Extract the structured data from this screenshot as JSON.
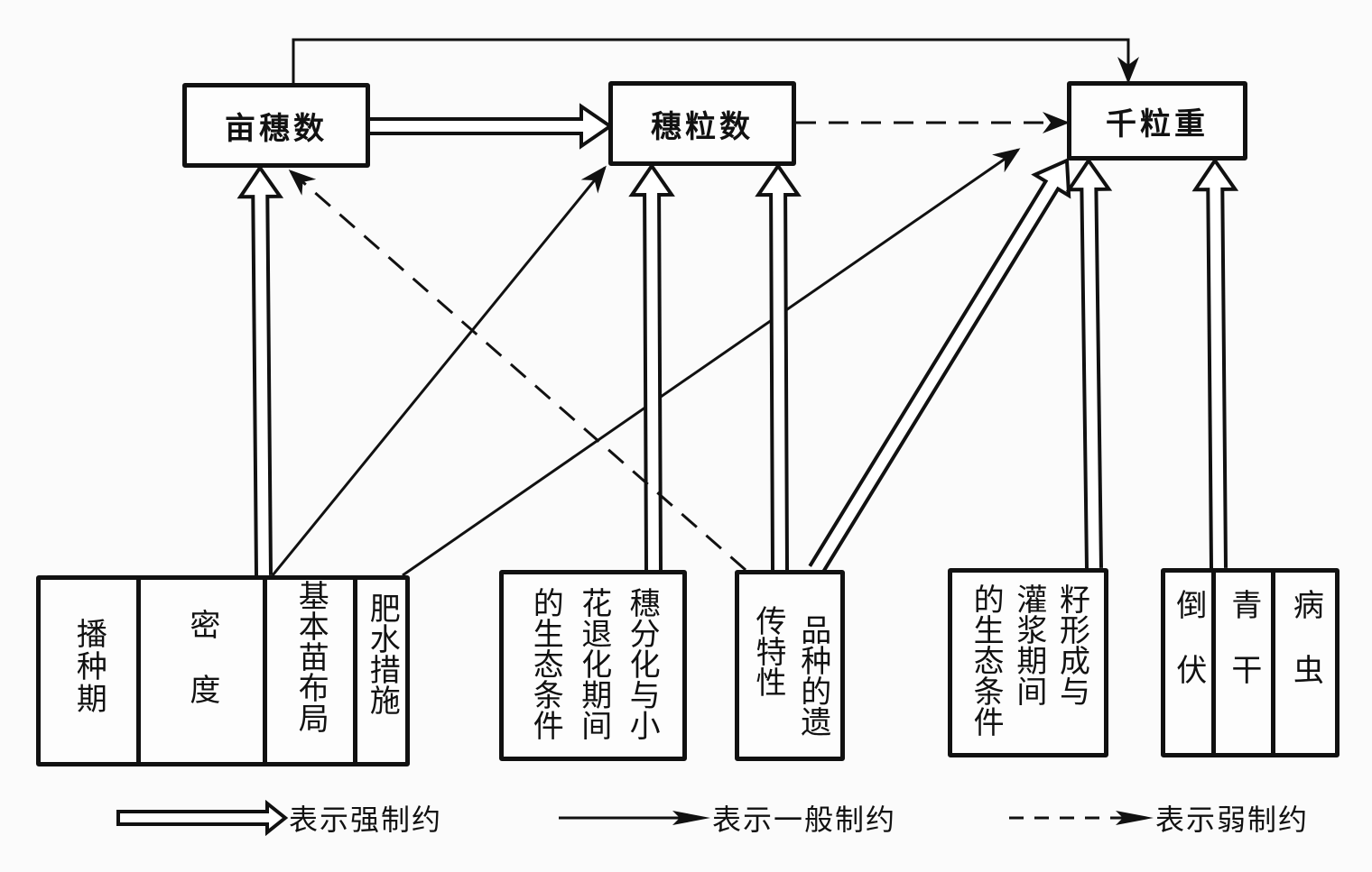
{
  "diagram": {
    "type": "constraint-flow",
    "nodes": {
      "yield_components": [
        {
          "id": "mu_sui_shu",
          "label": "亩穗数"
        },
        {
          "id": "sui_li_shu",
          "label": "穗粒数"
        },
        {
          "id": "qian_li_zhong",
          "label": "千粒重"
        }
      ],
      "factor_groups": [
        {
          "id": "group1",
          "cells": [
            {
              "id": "bo_zhong_qi",
              "columns": [
                "播种期"
              ]
            },
            {
              "id": "mi_du",
              "columns": [
                "密　度"
              ]
            },
            {
              "id": "ji_ben_miao",
              "columns": [
                "基本苗布局"
              ]
            },
            {
              "id": "fei_shui",
              "columns": [
                "肥水措施"
              ]
            }
          ]
        },
        {
          "id": "group2",
          "cells": [
            {
              "id": "sui_fen_hua",
              "columns": [
                "穗分化与小",
                "花退化期间",
                "的生态条件"
              ]
            }
          ]
        },
        {
          "id": "group3",
          "cells": [
            {
              "id": "pin_zhong",
              "columns": [
                "品种的遗",
                "传特性"
              ]
            }
          ]
        },
        {
          "id": "group4",
          "cells": [
            {
              "id": "zi_xing_cheng",
              "columns": [
                "籽形成与",
                "灌浆期间",
                "的生态条件"
              ]
            }
          ]
        },
        {
          "id": "group5",
          "cells": [
            {
              "id": "dao_fu",
              "columns": [
                "倒　伏"
              ]
            },
            {
              "id": "qing_gan",
              "columns": [
                "青　干"
              ]
            },
            {
              "id": "bing_chong",
              "columns": [
                "病　虫"
              ]
            }
          ]
        }
      ]
    },
    "edges": [
      {
        "from": "mu_sui_shu",
        "to": "sui_li_shu",
        "type": "strong"
      },
      {
        "from": "mu_sui_shu",
        "to": "qian_li_zhong",
        "type": "general"
      },
      {
        "from": "sui_li_shu",
        "to": "qian_li_zhong",
        "type": "weak"
      },
      {
        "from": "ji_ben_miao",
        "to": "mu_sui_shu",
        "type": "strong"
      },
      {
        "from": "ji_ben_miao",
        "to": "sui_li_shu",
        "type": "general"
      },
      {
        "from": "fei_shui",
        "to": "qian_li_zhong",
        "type": "general"
      },
      {
        "from": "sui_fen_hua",
        "to": "sui_li_shu",
        "type": "strong"
      },
      {
        "from": "pin_zhong",
        "to": "sui_li_shu",
        "type": "strong"
      },
      {
        "from": "pin_zhong",
        "to": "mu_sui_shu",
        "type": "weak"
      },
      {
        "from": "pin_zhong",
        "to": "qian_li_zhong",
        "type": "strong"
      },
      {
        "from": "zi_xing_cheng",
        "to": "qian_li_zhong",
        "type": "strong"
      },
      {
        "from": "group5",
        "to": "qian_li_zhong",
        "type": "strong"
      }
    ],
    "legend": [
      {
        "type": "strong",
        "label": "表示强制约"
      },
      {
        "type": "general",
        "label": "表示一般制约"
      },
      {
        "type": "weak",
        "label": "表示弱制约"
      }
    ]
  }
}
